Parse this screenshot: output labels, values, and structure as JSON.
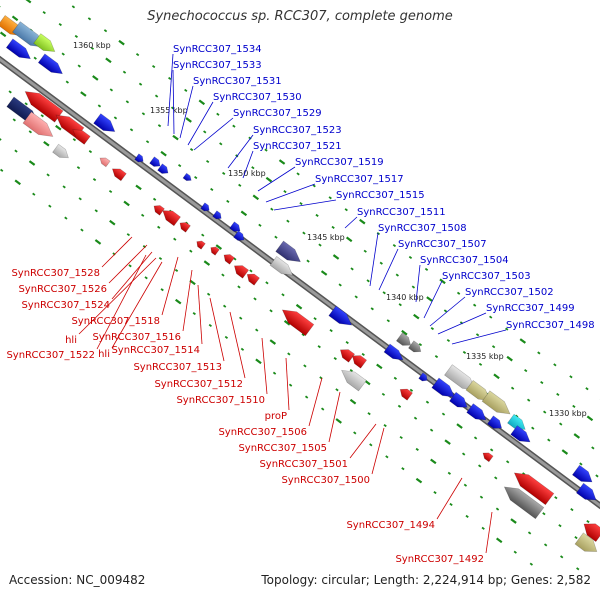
{
  "title": "Synechococcus sp. RCC307, complete genome",
  "accession": "Accession: NC_009482",
  "summary": "Topology: circular; Length: 2,224,914 bp; Genes: 2,582",
  "colors": {
    "forward": "#0000cc",
    "reverse": "#cc0000",
    "backbone": "#888888",
    "tick": "#1a8a1a"
  },
  "scale_ticks": [
    {
      "text": "1360 kbp"
    },
    {
      "text": "1355 kbp"
    },
    {
      "text": "1350 kbp"
    },
    {
      "text": "1345 kbp"
    },
    {
      "text": "1340 kbp"
    },
    {
      "text": "1335 kbp"
    },
    {
      "text": "1330 kbp"
    }
  ],
  "forward_labels": [
    "SynRCC307_1534",
    "SynRCC307_1533",
    "SynRCC307_1531",
    "SynRCC307_1530",
    "SynRCC307_1529",
    "SynRCC307_1523",
    "SynRCC307_1521",
    "SynRCC307_1519",
    "SynRCC307_1517",
    "SynRCC307_1515",
    "SynRCC307_1511",
    "SynRCC307_1508",
    "SynRCC307_1507",
    "SynRCC307_1504",
    "SynRCC307_1503",
    "SynRCC307_1502",
    "SynRCC307_1499",
    "SynRCC307_1498"
  ],
  "reverse_labels": [
    "SynRCC307_1528",
    "SynRCC307_1526",
    "SynRCC307_1524",
    "SynRCC307_1518",
    "hli",
    "SynRCC307_1516",
    "SynRCC307_1522",
    "hli",
    "SynRCC307_1514",
    "SynRCC307_1513",
    "SynRCC307_1512",
    "SynRCC307_1510",
    "proP",
    "SynRCC307_1506",
    "SynRCC307_1505",
    "SynRCC307_1501",
    "SynRCC307_1500",
    "SynRCC307_1494",
    "SynRCC307_1492"
  ]
}
